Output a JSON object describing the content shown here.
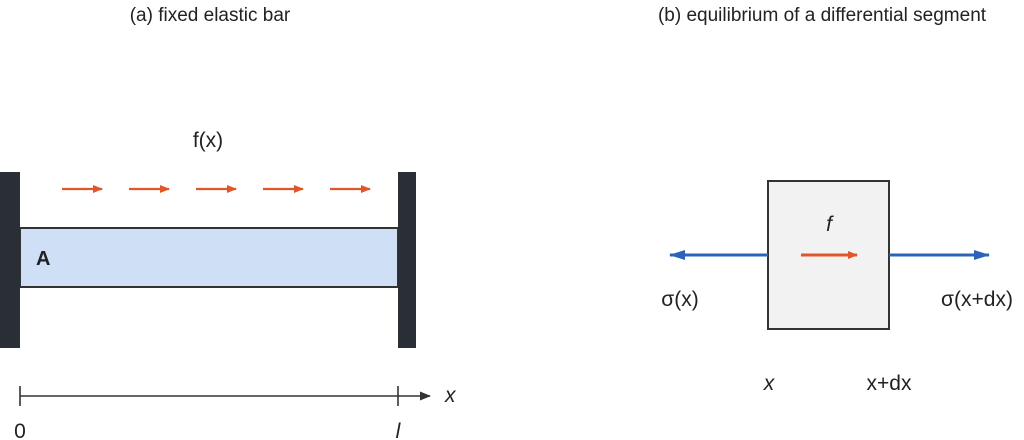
{
  "panel_a": {
    "title": "(a) fixed elastic bar",
    "load_label": "f(x)",
    "area_label": "A",
    "axis_var": "x",
    "tick_start": "0",
    "tick_end": "l",
    "load_arrow_count": 5
  },
  "panel_b": {
    "title": "(b) equilibrium of a differential segment",
    "body_force_label": "f",
    "stress_left_label": "σ(x)",
    "stress_right_label": "σ(x+dx)",
    "pos_left_label": "x",
    "pos_right_label": "x+dx"
  },
  "colors": {
    "support": "#2a2e35",
    "bar_fill": "#cfe0f6",
    "load_arrow": "#e0552a",
    "stress_arrow": "#2b63b8",
    "element_fill": "#f2f2f2",
    "line": "#333333"
  }
}
